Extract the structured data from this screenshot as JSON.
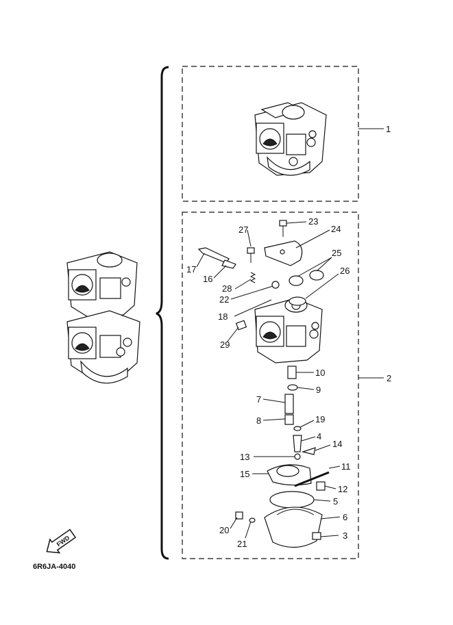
{
  "diagram": {
    "code": "6R6JA-4040",
    "fwd_label": "FWD",
    "callouts": [
      {
        "id": "c1",
        "text": "1"
      },
      {
        "id": "c2",
        "text": "2"
      },
      {
        "id": "c3",
        "text": "3"
      },
      {
        "id": "c4",
        "text": "4"
      },
      {
        "id": "c5",
        "text": "5"
      },
      {
        "id": "c6",
        "text": "6"
      },
      {
        "id": "c7",
        "text": "7"
      },
      {
        "id": "c8",
        "text": "8"
      },
      {
        "id": "c9",
        "text": "9"
      },
      {
        "id": "c10",
        "text": "10"
      },
      {
        "id": "c11",
        "text": "11"
      },
      {
        "id": "c12",
        "text": "12"
      },
      {
        "id": "c13",
        "text": "13"
      },
      {
        "id": "c14",
        "text": "14"
      },
      {
        "id": "c15",
        "text": "15"
      },
      {
        "id": "c16",
        "text": "16"
      },
      {
        "id": "c17",
        "text": "17"
      },
      {
        "id": "c18",
        "text": "18"
      },
      {
        "id": "c19",
        "text": "19"
      },
      {
        "id": "c20",
        "text": "20"
      },
      {
        "id": "c21",
        "text": "21"
      },
      {
        "id": "c22",
        "text": "22"
      },
      {
        "id": "c23",
        "text": "23"
      },
      {
        "id": "c24",
        "text": "24"
      },
      {
        "id": "c25",
        "text": "25"
      },
      {
        "id": "c26",
        "text": "26"
      },
      {
        "id": "c27",
        "text": "27"
      },
      {
        "id": "c28",
        "text": "28"
      },
      {
        "id": "c29",
        "text": "29"
      }
    ]
  }
}
